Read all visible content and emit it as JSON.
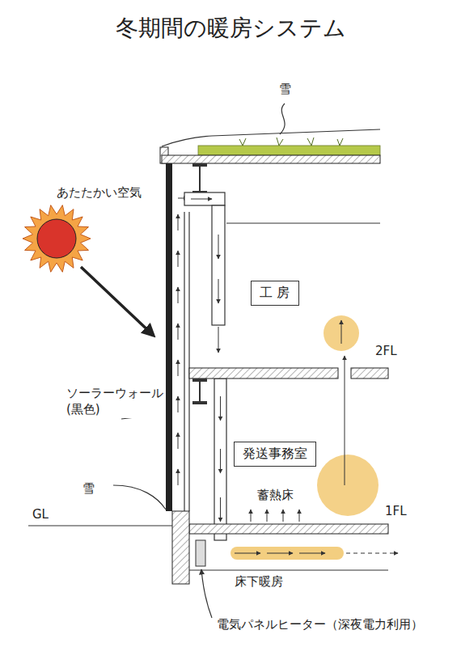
{
  "diagram": {
    "title": "冬期間の暖房システム",
    "nodes": [
      {
        "text": [
          "工 房"
        ]
      },
      {
        "text": [
          "発送事務室"
        ]
      }
    ],
    "labels": [
      "雪",
      "あたたかい空気",
      "2FL",
      "ソーラーウォール (黒色)",
      "雪",
      "GL",
      "蓄熱床",
      "1FL",
      "床下暖房",
      "電気パネルヒーター（深夜電力利用）"
    ]
  }
}
